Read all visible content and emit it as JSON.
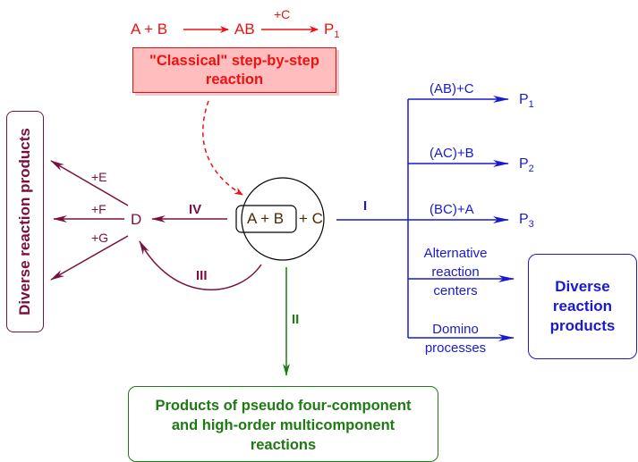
{
  "classical": {
    "reactant": "A + B",
    "intermediate": "AB",
    "reagent": "+C",
    "product": "P",
    "product_sub": "1",
    "box_label": "\"Classical\" step-by-step reaction"
  },
  "center": {
    "pair": "A + B",
    "plus_c": "+ C"
  },
  "pathways": {
    "I": "I",
    "II": "II",
    "III": "III",
    "IV": "IV"
  },
  "left": {
    "node": "D",
    "reagents": [
      "+E",
      "+F",
      "+G"
    ],
    "box_label": "Diverse reaction products"
  },
  "right": {
    "branches": [
      {
        "label": "(AB)+C",
        "product": "P",
        "sub": "1"
      },
      {
        "label": "(AC)+B",
        "product": "P",
        "sub": "2"
      },
      {
        "label": "(BC)+A",
        "product": "P",
        "sub": "3"
      }
    ],
    "alt_label_lines": [
      "Alternative",
      "reaction",
      "centers"
    ],
    "domino_label_lines": [
      "Domino",
      "processes"
    ],
    "box_label_lines": [
      "Diverse",
      "reaction",
      "products"
    ]
  },
  "bottom": {
    "box_label_lines": [
      "Products of pseudo four-component",
      "and high-order multicomponent",
      "reactions"
    ]
  },
  "colors": {
    "classical": "#ee1111",
    "pathway_I": "#1a1acc",
    "pathway_II": "#1e7a12",
    "pathway_III_IV": "#7a1040",
    "center": "#000000"
  }
}
